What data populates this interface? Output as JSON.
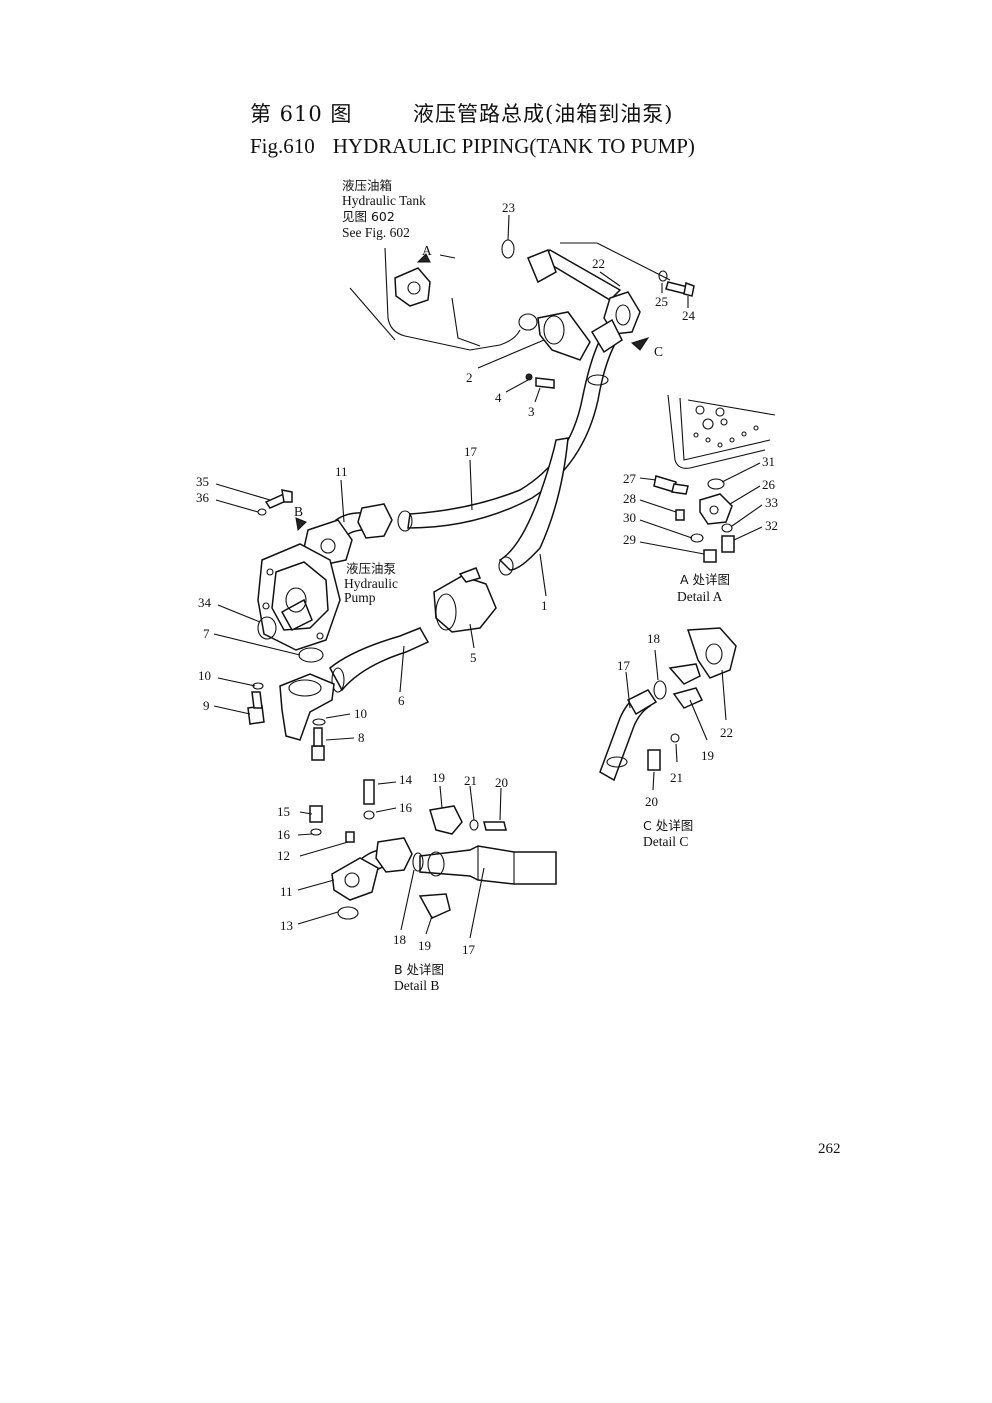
{
  "title": {
    "cn_fig": "第 610 图",
    "cn_name": "液压管路总成(油箱到油泵)",
    "en_fig": "Fig.610",
    "en_name": "HYDRAULIC PIPING(TANK TO PUMP)"
  },
  "labels": {
    "tank_cn": "液压油箱",
    "tank_en": "Hydraulic Tank",
    "tank_see_cn": "见图 602",
    "tank_see_en": "See Fig. 602",
    "pump_cn": "液压油泵",
    "pump_en1": "Hydraulic",
    "pump_en2": "Pump",
    "detail_a_cn": "A 处详图",
    "detail_a_en": "Detail A",
    "detail_b_cn": "B 处详图",
    "detail_b_en": "Detail B",
    "detail_c_cn": "C 处详图",
    "detail_c_en": "Detail C",
    "arrow_a": "A",
    "arrow_b": "B",
    "arrow_c": "C"
  },
  "callouts": {
    "c1": "1",
    "c2": "2",
    "c3": "3",
    "c4": "4",
    "c5": "5",
    "c6": "6",
    "c7": "7",
    "c8": "8",
    "c9": "9",
    "c10a": "10",
    "c10b": "10",
    "c11": "11",
    "c17": "17",
    "c22": "22",
    "c23": "23",
    "c24": "24",
    "c25": "25",
    "c26": "26",
    "c27": "27",
    "c28": "28",
    "c29": "29",
    "c30": "30",
    "c31": "31",
    "c32": "32",
    "c33": "33",
    "c34": "34",
    "c35": "35",
    "c36": "36",
    "b11": "11",
    "b12": "12",
    "b13": "13",
    "b14": "14",
    "b15": "15",
    "b16a": "16",
    "b16b": "16",
    "b17": "17",
    "b18": "18",
    "b19a": "19",
    "b19b": "19",
    "b20": "20",
    "b21": "21",
    "cc17": "17",
    "cc18": "18",
    "cc19": "19",
    "cc20": "20",
    "cc21": "21",
    "cc22": "22"
  },
  "page_number": "262"
}
